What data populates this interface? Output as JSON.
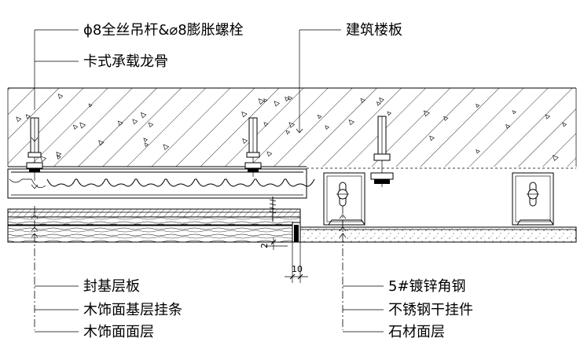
{
  "labels": {
    "hanger_rod": "ϕ8全丝吊杆&⌀8膨胀螺栓",
    "main_keel": "卡式承载龙骨",
    "floor_slab": "建筑楼板",
    "base_board": "封基层板",
    "wood_strip": "木饰面基层挂条",
    "wood_face": "木饰面面层",
    "angle_steel": "5#镀锌角钢",
    "steel_hanger": "不锈钢干挂件",
    "stone_face": "石材面层"
  },
  "dimensions": {
    "gap": "2",
    "width": "10"
  }
}
